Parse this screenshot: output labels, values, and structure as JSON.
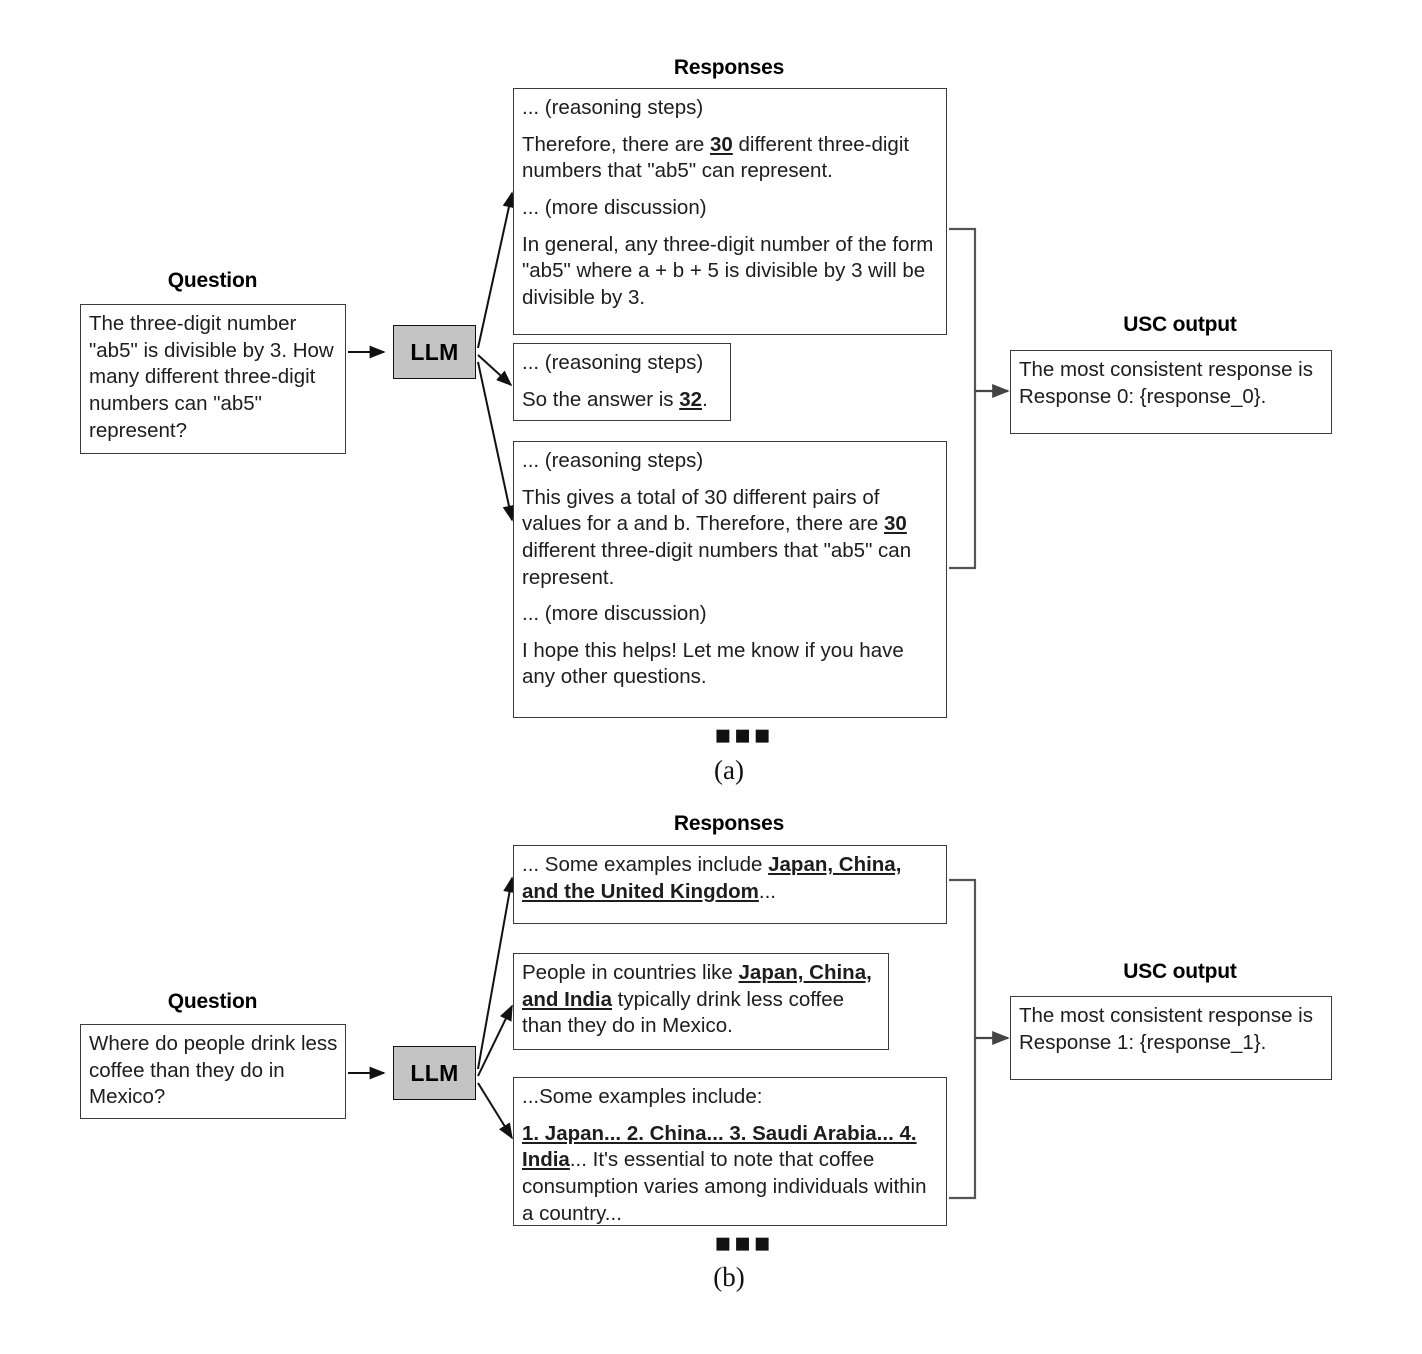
{
  "panels": [
    {
      "id": "a",
      "label": "(a)",
      "ellipsis": "▪▪▪",
      "headings": {
        "responses": "Responses",
        "question": "Question",
        "usc_output": "USC output"
      },
      "question": {
        "text": "The three-digit number \"ab5\" is divisible by 3. How many different three-digit numbers can \"ab5\" represent?"
      },
      "model": {
        "label": "LLM",
        "fill": "#c4c4c4",
        "stroke": "#111111"
      },
      "responses": [
        {
          "name": "response-0",
          "paragraphs": [
            {
              "segments": [
                {
                  "text": "... (reasoning steps)",
                  "style": "plain"
                }
              ]
            },
            {
              "segments": [
                {
                  "text": "Therefore, there are ",
                  "style": "plain"
                },
                {
                  "text": "30",
                  "style": "bold-underline"
                },
                {
                  "text": " different three-digit numbers that \"ab5\" can represent.",
                  "style": "plain"
                }
              ]
            },
            {
              "segments": [
                {
                  "text": "... (more discussion)",
                  "style": "plain"
                }
              ]
            },
            {
              "segments": [
                {
                  "text": "In general, any three-digit number of the form \"ab5\" where a + b + 5 is divisible by 3 will be divisible by 3.",
                  "style": "plain"
                }
              ]
            }
          ]
        },
        {
          "name": "response-1",
          "paragraphs": [
            {
              "segments": [
                {
                  "text": "... (reasoning steps)",
                  "style": "plain"
                }
              ]
            },
            {
              "segments": [
                {
                  "text": "So the answer is ",
                  "style": "plain"
                },
                {
                  "text": "32",
                  "style": "bold-underline"
                },
                {
                  "text": ".",
                  "style": "plain"
                }
              ]
            }
          ]
        },
        {
          "name": "response-2",
          "paragraphs": [
            {
              "segments": [
                {
                  "text": "... (reasoning steps)",
                  "style": "plain"
                }
              ]
            },
            {
              "segments": [
                {
                  "text": "This gives a total of 30 different pairs of values for a and b. Therefore, there are ",
                  "style": "plain"
                },
                {
                  "text": "30",
                  "style": "bold-underline"
                },
                {
                  "text": " different three-digit numbers that \"ab5\" can represent.",
                  "style": "plain"
                }
              ]
            },
            {
              "segments": [
                {
                  "text": "... (more discussion)",
                  "style": "plain"
                }
              ]
            },
            {
              "segments": [
                {
                  "text": "I hope this helps! Let me know if you have any other questions.",
                  "style": "plain"
                }
              ]
            }
          ]
        }
      ],
      "usc_output": {
        "text": "The most consistent response is Response 0: {response_0}."
      }
    },
    {
      "id": "b",
      "label": "(b)",
      "ellipsis": "▪▪▪",
      "headings": {
        "responses": "Responses",
        "question": "Question",
        "usc_output": "USC output"
      },
      "question": {
        "text": "Where do people drink less coffee than they do in Mexico?"
      },
      "model": {
        "label": "LLM",
        "fill": "#c4c4c4",
        "stroke": "#111111"
      },
      "responses": [
        {
          "name": "response-0",
          "paragraphs": [
            {
              "segments": [
                {
                  "text": "... Some examples include ",
                  "style": "plain"
                },
                {
                  "text": "Japan, China, and the United Kingdom",
                  "style": "bold-underline"
                },
                {
                  "text": "...",
                  "style": "plain"
                }
              ]
            }
          ]
        },
        {
          "name": "response-1",
          "paragraphs": [
            {
              "segments": [
                {
                  "text": "People in countries like ",
                  "style": "plain"
                },
                {
                  "text": "Japan, China, and India",
                  "style": "bold-underline"
                },
                {
                  "text": " typically drink less coffee than they do in Mexico.",
                  "style": "plain"
                }
              ]
            }
          ]
        },
        {
          "name": "response-2",
          "paragraphs": [
            {
              "segments": [
                {
                  "text": "...Some examples include:",
                  "style": "plain"
                }
              ]
            },
            {
              "segments": [
                {
                  "text": "1. Japan... 2. China... 3. Saudi Arabia... 4. India",
                  "style": "bold-underline"
                },
                {
                  "text": "... It's essential to note that coffee consumption varies among individuals within a country...",
                  "style": "plain"
                }
              ]
            }
          ]
        }
      ],
      "usc_output": {
        "text": "The most consistent response is Response 1: {response_1}."
      }
    }
  ]
}
